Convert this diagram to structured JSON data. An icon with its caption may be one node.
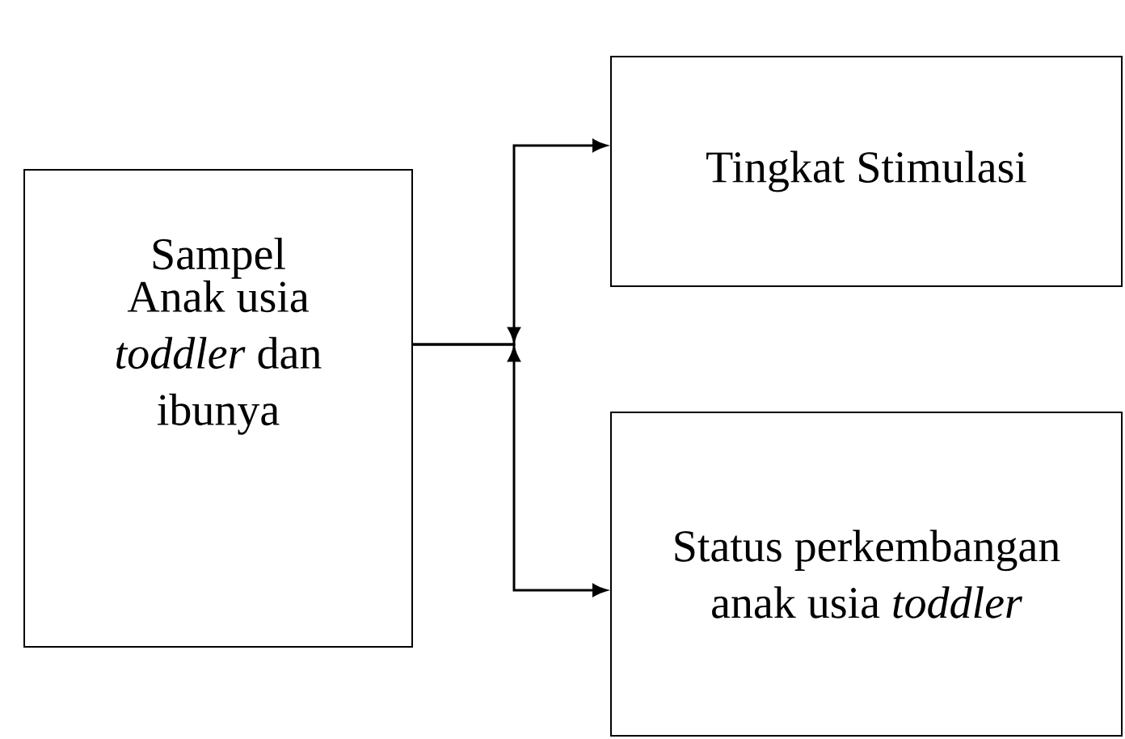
{
  "diagram": {
    "nodes": [
      {
        "text": [
          "Sampel",
          "Anak usia *toddler* dan ibunya"
        ]
      },
      {
        "text": [
          "Tingkat Stimulasi"
        ]
      },
      {
        "text": [
          "Status perkembangan anak usia *toddler*"
        ]
      }
    ],
    "edges": [
      {
        "from": 0,
        "to": 1,
        "arrow": "to"
      },
      {
        "from": 0,
        "to": 2,
        "arrow": "to"
      }
    ]
  }
}
